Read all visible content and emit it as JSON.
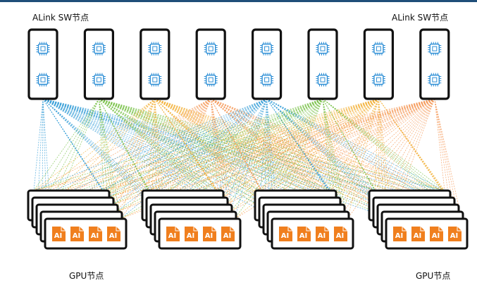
{
  "labels": {
    "switch_left": "ALink SW节点",
    "switch_right": "ALink SW节点",
    "gpu_left": "GPU节点",
    "gpu_right": "GPU节点"
  },
  "chip_text": "AI",
  "switch_count": 8,
  "gpu_groups": 4,
  "stack_depth": 5,
  "chips_per_card": 4,
  "colors": {
    "switch_links": [
      "#3aa0d8",
      "#7ac24a",
      "#f3b23c",
      "#f59a5a",
      "#3aa0d8",
      "#7ac24a",
      "#f3b23c",
      "#f59a5a"
    ],
    "chip": "#f07f1e",
    "cpu": "#2e8fd6",
    "frame": "#111111"
  }
}
